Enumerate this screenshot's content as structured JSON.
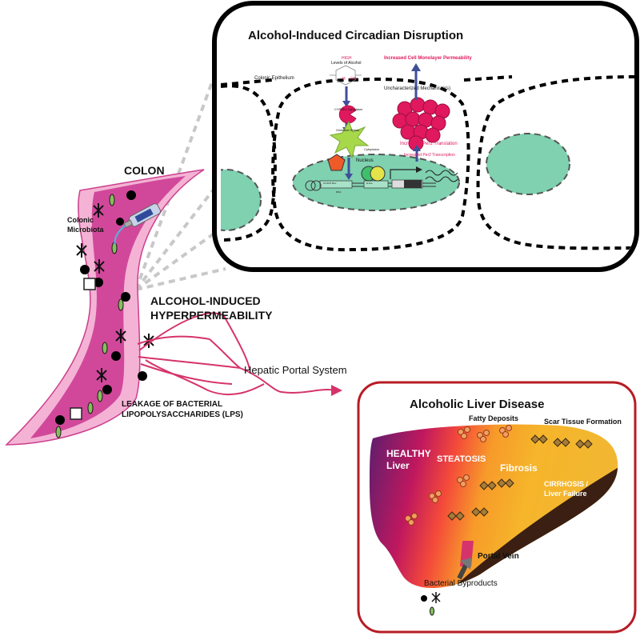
{
  "circadian_panel": {
    "title": "Alcohol-Induced Circadian Disruption",
    "colonic_epithelium": "Colonic Epithelium",
    "high": "HIGH",
    "levels_of_alcohol": "Levels of Alcohol",
    "cyp2e1_cytoplasm": "CYP2E1 Cytoplasm",
    "oxidative_stress": "Oxidative Stress",
    "permeability": "Increased Cell Monolayer Permeability",
    "uncharacterized": "Uncharacterized Mechanism(s)",
    "per2_translation": "Increased Per2 Translation",
    "per2_transcription": "Increased Per2 Transcription",
    "cytoplasm": "Cytoplasm",
    "nucleus": "Nucleus",
    "clock_box": "CLOCK Box",
    "ebox": "E-box",
    "dna": "DNA"
  },
  "colon": {
    "title": "COLON",
    "microbiota_line1": "Colonic",
    "microbiota_line2": "Microbiota",
    "hyper_line1": "ALCOHOL-INDUCED",
    "hyper_line2": "HYPERPERMEABILITY",
    "leak_line1": "LEAKAGE OF BACTERIAL",
    "leak_line2": "LIPOPOLYSACCHARIDES (LPS)",
    "portal_system": "Hepatic Portal System"
  },
  "liver_panel": {
    "title": "Alcoholic Liver Disease",
    "fatty_deposits": "Fatty Deposits",
    "scar_tissue": "Scar Tissue Formation",
    "healthy_line1": "HEALTHY",
    "healthy_line2": "Liver",
    "steatosis": "STEATOSIS",
    "fibrosis": "Fibrosis",
    "cirrhosis_line1": "CIRRHOSIS /",
    "cirrhosis_line2": "Liver Failure",
    "portal_vein": "Portal Vein",
    "bacterial_byproducts": "Bacterial Byproducts"
  },
  "colors": {
    "colon_outer": "#f4b3d4",
    "colon_inner": "#d1489b",
    "pink_vessel": "#d6336c",
    "nucleus_fill": "#7fd1b0",
    "liver_border": "#b71c24",
    "magenta_text": "#e0185d",
    "arrow_blue": "#3f4f9a"
  }
}
